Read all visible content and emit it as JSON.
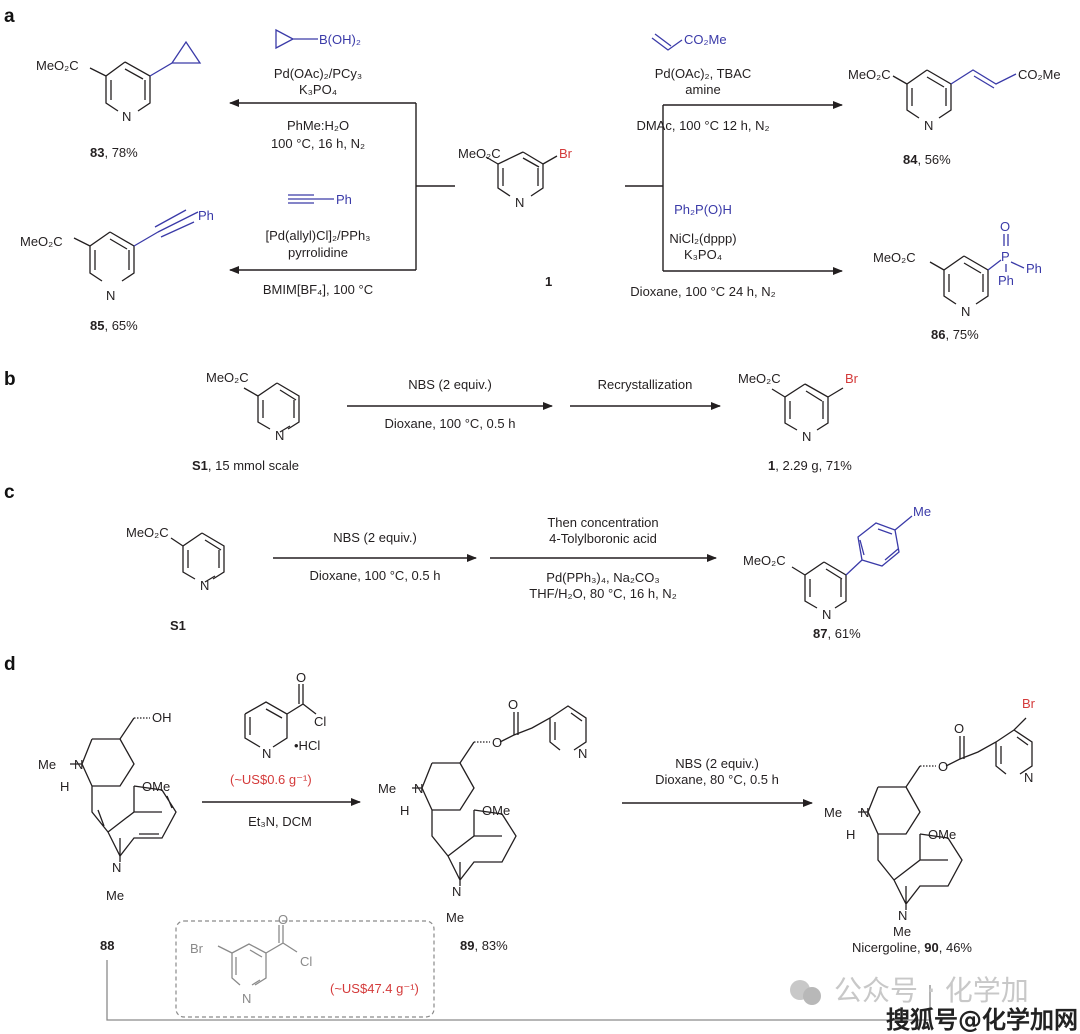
{
  "panels": {
    "a": "a",
    "b": "b",
    "c": "c",
    "d": "d"
  },
  "colors": {
    "reagent_blue": "#3a3aa8",
    "highlight_red": "#d43a3a",
    "grey_structure": "#8a8a8a",
    "ink": "#231f20"
  },
  "panel_a": {
    "center": {
      "label": "1",
      "ester": "MeO₂C",
      "halogen": "Br",
      "ring_n": "N"
    },
    "rxn_83": {
      "reagent": "B(OH)₂",
      "conditions_top": [
        "Pd(OAc)₂/PCy₃",
        "K₃PO₄"
      ],
      "conditions_bottom": [
        "PhMe:H₂O",
        "100 °C, 16 h, N₂"
      ],
      "product_id": "83",
      "product_yield": ", 78%",
      "ester": "MeO₂C",
      "ring_n": "N"
    },
    "rxn_85": {
      "reagent": "Ph",
      "conditions_top": [
        "[Pd(allyl)Cl]₂/PPh₃",
        "pyrrolidine"
      ],
      "conditions_bottom": [
        "BMIM[BF₄], 100 °C"
      ],
      "product_id": "85",
      "product_yield": ", 65%",
      "ester": "MeO₂C",
      "ring_n": "N",
      "substituent": "Ph"
    },
    "rxn_84": {
      "reagent": "CO₂Me",
      "conditions_top": [
        "Pd(OAc)₂, TBAC",
        "amine"
      ],
      "conditions_bottom": [
        "DMAc, 100 °C 12 h, N₂"
      ],
      "product_id": "84",
      "product_yield": ", 56%",
      "ester": "MeO₂C",
      "ring_n": "N",
      "substituent": "CO₂Me"
    },
    "rxn_86": {
      "reagent": "Ph₂P(O)H",
      "conditions_top": [
        "NiCl₂(dppp)",
        "K₃PO₄"
      ],
      "conditions_bottom": [
        "Dioxane, 100 °C 24 h, N₂"
      ],
      "product_id": "86",
      "product_yield": ", 75%",
      "ester": "MeO₂C",
      "ring_n": "N",
      "p_atom": "P",
      "o_atom": "O",
      "ph1": "Ph",
      "ph2": "Ph"
    }
  },
  "panel_b": {
    "start_id": "S1",
    "start_note": ", 15 mmol scale",
    "ester": "MeO₂C",
    "ring_n": "N",
    "step1_top": "NBS (2 equiv.)",
    "step1_bottom": "Dioxane, 100 °C, 0.5 h",
    "step2_top": "Recrystallization",
    "product_id": "1",
    "product_note": ", 2.29 g, 71%",
    "halogen": "Br"
  },
  "panel_c": {
    "start_id": "S1",
    "ester": "MeO₂C",
    "ring_n": "N",
    "step1_top": "NBS (2 equiv.)",
    "step1_bottom": "Dioxane, 100 °C, 0.5 h",
    "step2_top": [
      "Then concentration",
      "4-Tolylboronic acid"
    ],
    "step2_bottom": [
      "Pd(PPh₃)₄, Na₂CO₃",
      "THF/H₂O, 80 °C, 16 h, N₂"
    ],
    "product_id": "87",
    "product_yield": ", 61%",
    "substituent": "Me"
  },
  "panel_d": {
    "sm_id": "88",
    "sm_oh": "OH",
    "n_me": "Me",
    "n": "N",
    "h": "H",
    "ome": "OMe",
    "reagent_o": "O",
    "reagent_cl": "Cl",
    "reagent_salt": "•HCl",
    "reagent_n": "N",
    "reagent_price": "(~US$0.6 g⁻¹)",
    "step1_bottom": "Et₃N, DCM",
    "int_id": "89",
    "int_yield": ", 83%",
    "ester_o": "O",
    "step2_top": [
      "NBS (2 equiv.)",
      "Dioxane, 80 °C, 0.5 h"
    ],
    "product_name": "Nicergoline, ",
    "product_id": "90",
    "product_yield": ", 46%",
    "halogen": "Br",
    "alt_reagent": {
      "br": "Br",
      "o": "O",
      "cl": "Cl",
      "n": "N",
      "price": "(~US$47.4 g⁻¹)"
    }
  },
  "watermark": {
    "line1": "公众号 · 化学加",
    "line2": "搜狐号@化学加网"
  }
}
